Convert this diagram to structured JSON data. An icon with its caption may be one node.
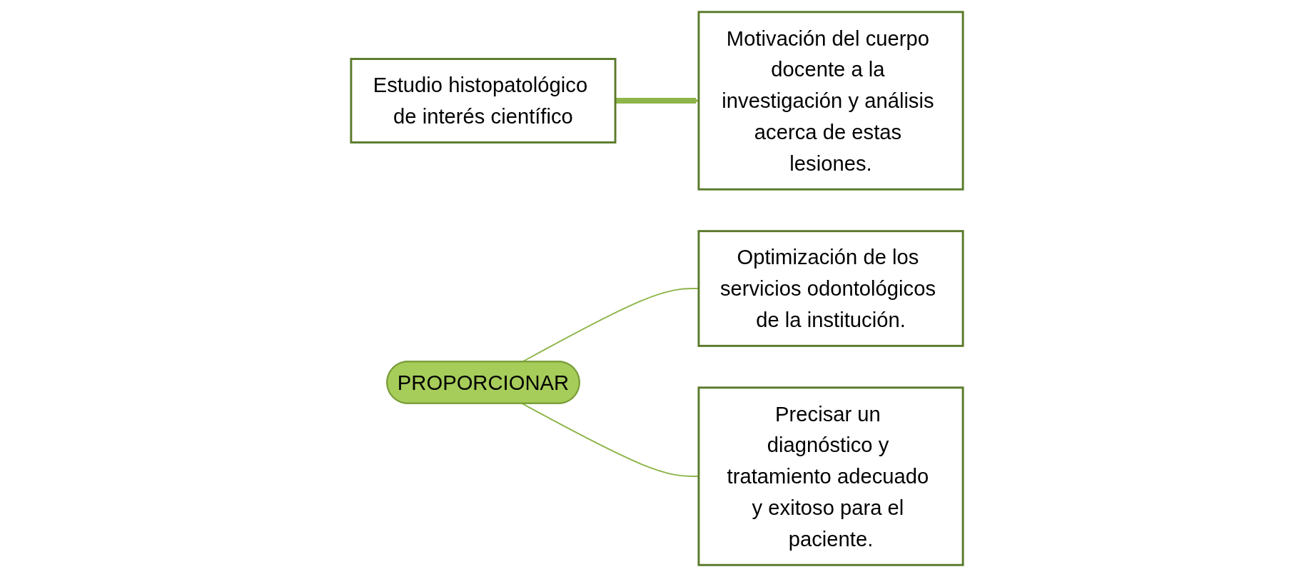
{
  "diagram": {
    "nodes": [
      {
        "text": [
          "Estudio histopatológico de interés científico"
        ]
      },
      {
        "text": [
          "Motivación del cuerpo docente a la investigación y análisis acerca de estas lesiones."
        ]
      },
      {
        "text": [
          "PROPORCIONAR"
        ]
      },
      {
        "text": [
          "Optimización de los servicios odontológicos de la institución."
        ]
      },
      {
        "text": [
          "Precisar un diagnóstico y tratamiento adecuado y exitoso para el paciente."
        ]
      }
    ],
    "edges": [
      {
        "from": 0,
        "to": 1,
        "arrow": "to",
        "style": "thick",
        "color": "#8db54a"
      },
      {
        "from": 2,
        "to": 3,
        "arrow": "none"
      },
      {
        "from": 2,
        "to": 4,
        "arrow": "none"
      }
    ]
  }
}
